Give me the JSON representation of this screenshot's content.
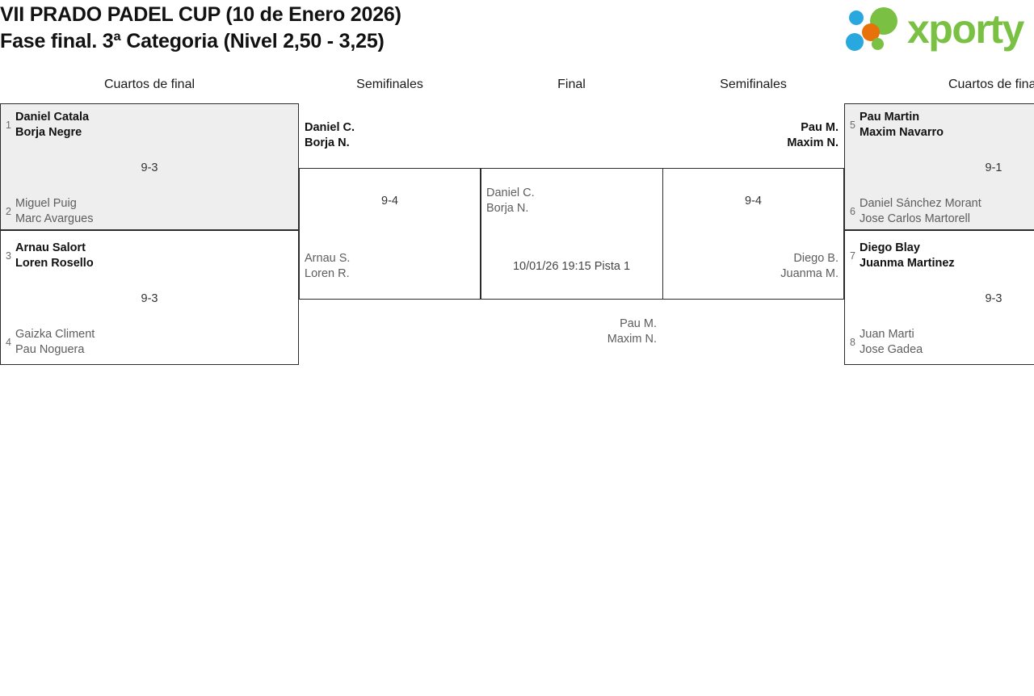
{
  "header": {
    "title_line1": "VII PRADO PADEL CUP (10 de Enero 2026)",
    "title_line2": "Fase final. 3ª Categoria (Nivel 2,50 - 3,25)",
    "logo_text": "xporty",
    "logo_colors": {
      "green": "#7ac143",
      "blue": "#29a8e0",
      "orange": "#e8710a"
    }
  },
  "rounds": {
    "qf_left": "Cuartos de final",
    "sf_left": "Semifinales",
    "final": "Final",
    "sf_right": "Semifinales",
    "qf_right": "Cuartos de final"
  },
  "matches": {
    "qf1": {
      "team_top": {
        "seed": "1",
        "p1": "Daniel Catala",
        "p2": "Borja Negre",
        "result": "winner"
      },
      "team_bottom": {
        "seed": "2",
        "p1": "Miguel Puig",
        "p2": "Marc Avargues",
        "result": "loser"
      },
      "score": "9-3"
    },
    "qf2": {
      "team_top": {
        "seed": "3",
        "p1": "Arnau Salort",
        "p2": "Loren Rosello",
        "result": "winner"
      },
      "team_bottom": {
        "seed": "4",
        "p1": "Gaizka Climent",
        "p2": "Pau Noguera",
        "result": "loser"
      },
      "score": "9-3"
    },
    "qf3": {
      "team_top": {
        "seed": "5",
        "p1": "Pau Martin",
        "p2": "Maxim Navarro",
        "result": "winner"
      },
      "team_bottom": {
        "seed": "6",
        "p1": "Daniel Sánchez Morant",
        "p2": "Jose Carlos Martorell",
        "result": "loser"
      },
      "score": "9-1"
    },
    "qf4": {
      "team_top": {
        "seed": "7",
        "p1": "Diego Blay",
        "p2": "Juanma Martinez",
        "result": "winner"
      },
      "team_bottom": {
        "seed": "8",
        "p1": "Juan Marti",
        "p2": "Jose Gadea",
        "result": "loser"
      },
      "score": "9-3"
    },
    "sf1": {
      "team_top": {
        "p1": "Daniel C.",
        "p2": "Borja N.",
        "result": "winner"
      },
      "team_bottom": {
        "p1": "Arnau S.",
        "p2": "Loren R.",
        "result": "loser"
      },
      "score": "9-4"
    },
    "sf2": {
      "team_top": {
        "p1": "Pau M.",
        "p2": "Maxim N.",
        "result": "winner"
      },
      "team_bottom": {
        "p1": "Diego B.",
        "p2": "Juanma M.",
        "result": "loser"
      },
      "score": "9-4"
    },
    "final": {
      "team_left": {
        "p1": "Daniel C.",
        "p2": "Borja N.",
        "result": "pending"
      },
      "team_right": {
        "p1": "Pau M.",
        "p2": "Maxim N.",
        "result": "pending"
      },
      "schedule": "10/01/26 19:15 Pista 1"
    }
  }
}
